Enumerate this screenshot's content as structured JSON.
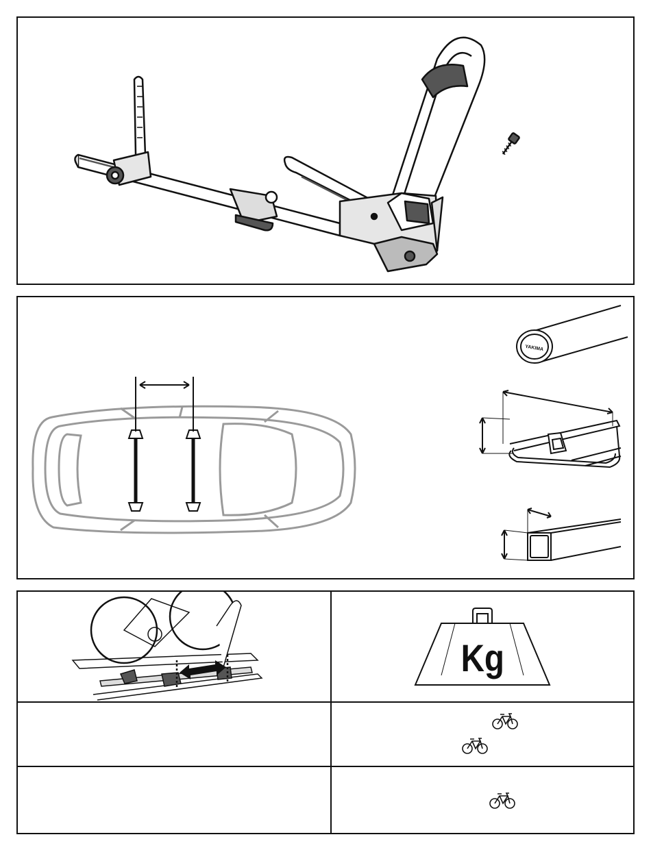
{
  "weight_label": "Kg",
  "brand_mark": "YAKIMA",
  "colors": {
    "line": "#111111",
    "car_outline": "#9a9a9a",
    "fill_light": "#e6e6e6",
    "fill_dark": "#555555"
  },
  "icons": [
    "bike-rack-illustration",
    "screw-icon",
    "car-top-view",
    "round-crossbar",
    "aero-crossbar",
    "square-crossbar",
    "weight-icon",
    "bicycle-icon"
  ]
}
